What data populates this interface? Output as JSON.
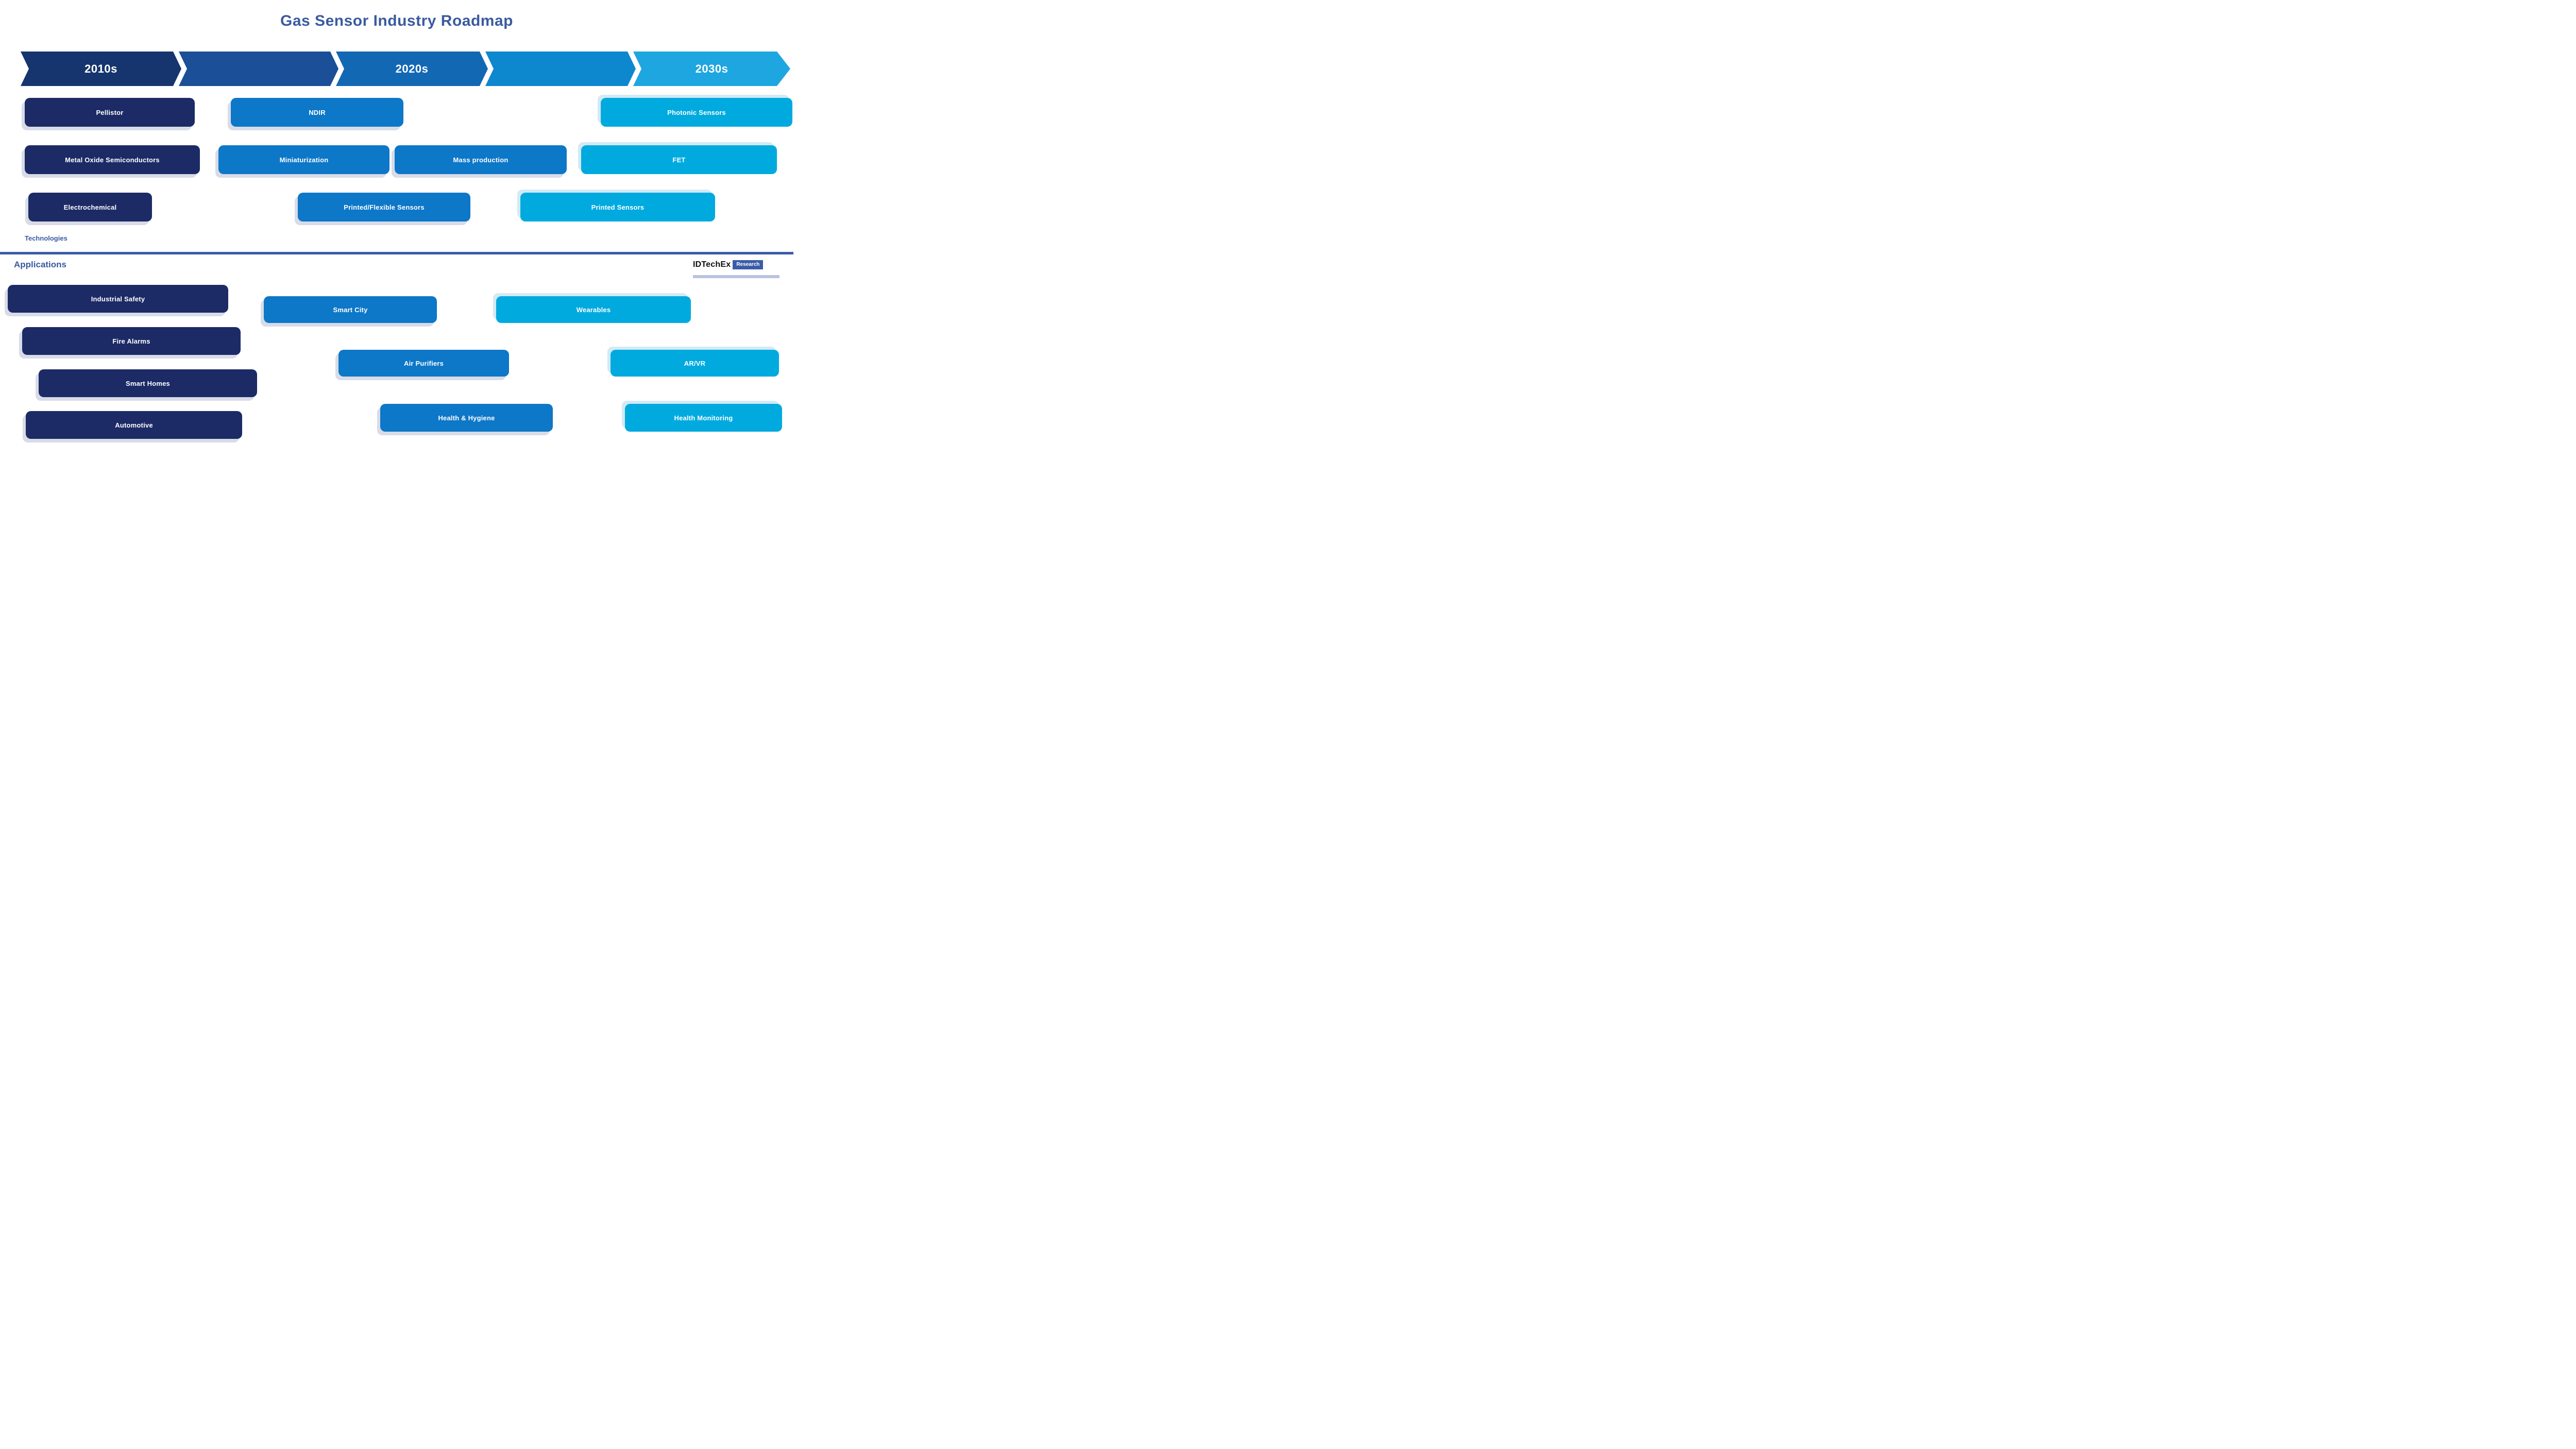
{
  "title": "Gas Sensor Industry Roadmap",
  "colors": {
    "accent": "#3a5aa0",
    "divider": "#3a5ca8",
    "navy": "#1c2b66",
    "mid": "#0d77c8",
    "light": "#00aadf",
    "seg1": "#16356e",
    "seg2": "#1b4f97",
    "seg3": "#1368b4",
    "seg4": "#0d87ce",
    "seg5": "#1ea6e0",
    "logo-bar": "#b9c3e0"
  },
  "timeline": {
    "decades": [
      {
        "label": "2010s"
      },
      {
        "label": "2020s"
      },
      {
        "label": "2030s"
      }
    ]
  },
  "technologies": {
    "section_label": "Technologies",
    "items": [
      {
        "label": "Pellistor",
        "era": "2010s"
      },
      {
        "label": "NDIR",
        "era": "2020s"
      },
      {
        "label": "Photonic Sensors",
        "era": "2030s"
      },
      {
        "label": "Metal Oxide Semiconductors",
        "era": "2010s"
      },
      {
        "label": "Miniaturization",
        "era": "2020s"
      },
      {
        "label": "Mass production",
        "era": "2020s"
      },
      {
        "label": "FET",
        "era": "2030s"
      },
      {
        "label": "Electrochemical",
        "era": "2010s"
      },
      {
        "label": "Printed/Flexible Sensors",
        "era": "2020s"
      },
      {
        "label": "Printed Sensors",
        "era": "2030s"
      }
    ]
  },
  "applications": {
    "section_label": "Applications",
    "items": [
      {
        "label": "Industrial Safety",
        "era": "2010s"
      },
      {
        "label": "Fire Alarms",
        "era": "2010s"
      },
      {
        "label": "Smart Homes",
        "era": "2010s"
      },
      {
        "label": "Automotive",
        "era": "2010s"
      },
      {
        "label": "Smart City",
        "era": "2020s"
      },
      {
        "label": "Air Purifiers",
        "era": "2020s"
      },
      {
        "label": "Health & Hygiene",
        "era": "2020s"
      },
      {
        "label": "Wearables",
        "era": "2030s"
      },
      {
        "label": "AR/VR",
        "era": "2030s"
      },
      {
        "label": "Health Monitoring",
        "era": "2030s"
      }
    ]
  },
  "logo": {
    "brand": "IDTechEx",
    "tag": "Research"
  }
}
